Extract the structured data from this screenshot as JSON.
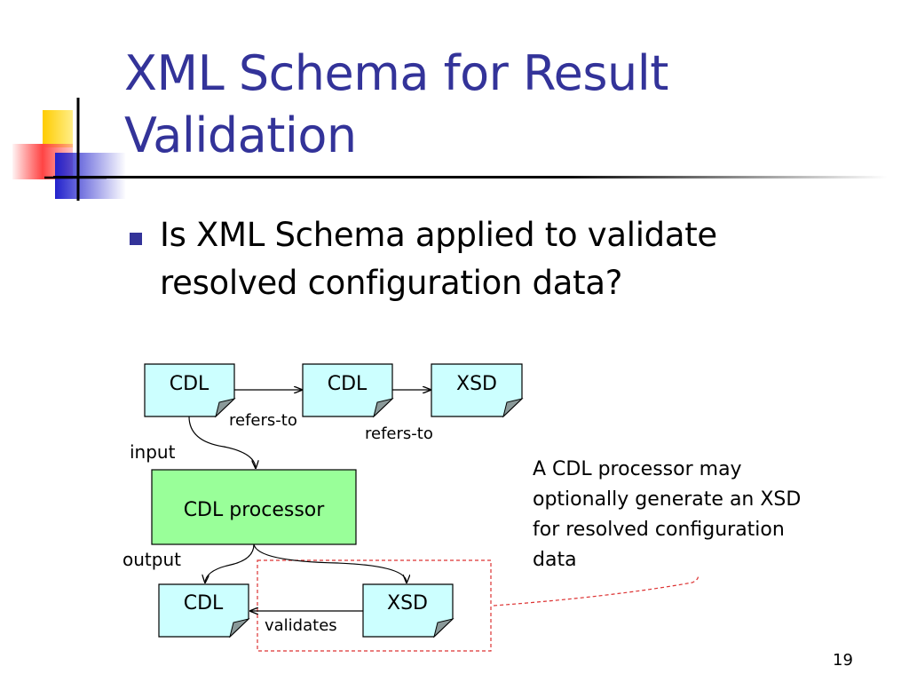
{
  "slide": {
    "title_line1": "XML Schema for Result",
    "title_line2": "Validation",
    "bullet_line1": "Is XML Schema applied to validate",
    "bullet_line2": "resolved configuration data?",
    "page_number": "19",
    "title_color": "#333399"
  },
  "diagram": {
    "doc_top_left": "CDL",
    "doc_top_middle": "CDL",
    "doc_top_right": "XSD",
    "processor": "CDL processor",
    "doc_bottom_left": "CDL",
    "doc_bottom_right": "XSD",
    "label_refers_to_1": "refers-to",
    "label_refers_to_2": "refers-to",
    "label_input": "input",
    "label_output": "output",
    "label_validates": "validates",
    "doc_fill": "#ccffff",
    "processor_fill": "#99ff99",
    "highlight_color": "#dd3333"
  },
  "note": {
    "line1": "A CDL processor may",
    "line2": "optionally generate an XSD",
    "line3": "for resolved configuration",
    "line4": "data"
  }
}
